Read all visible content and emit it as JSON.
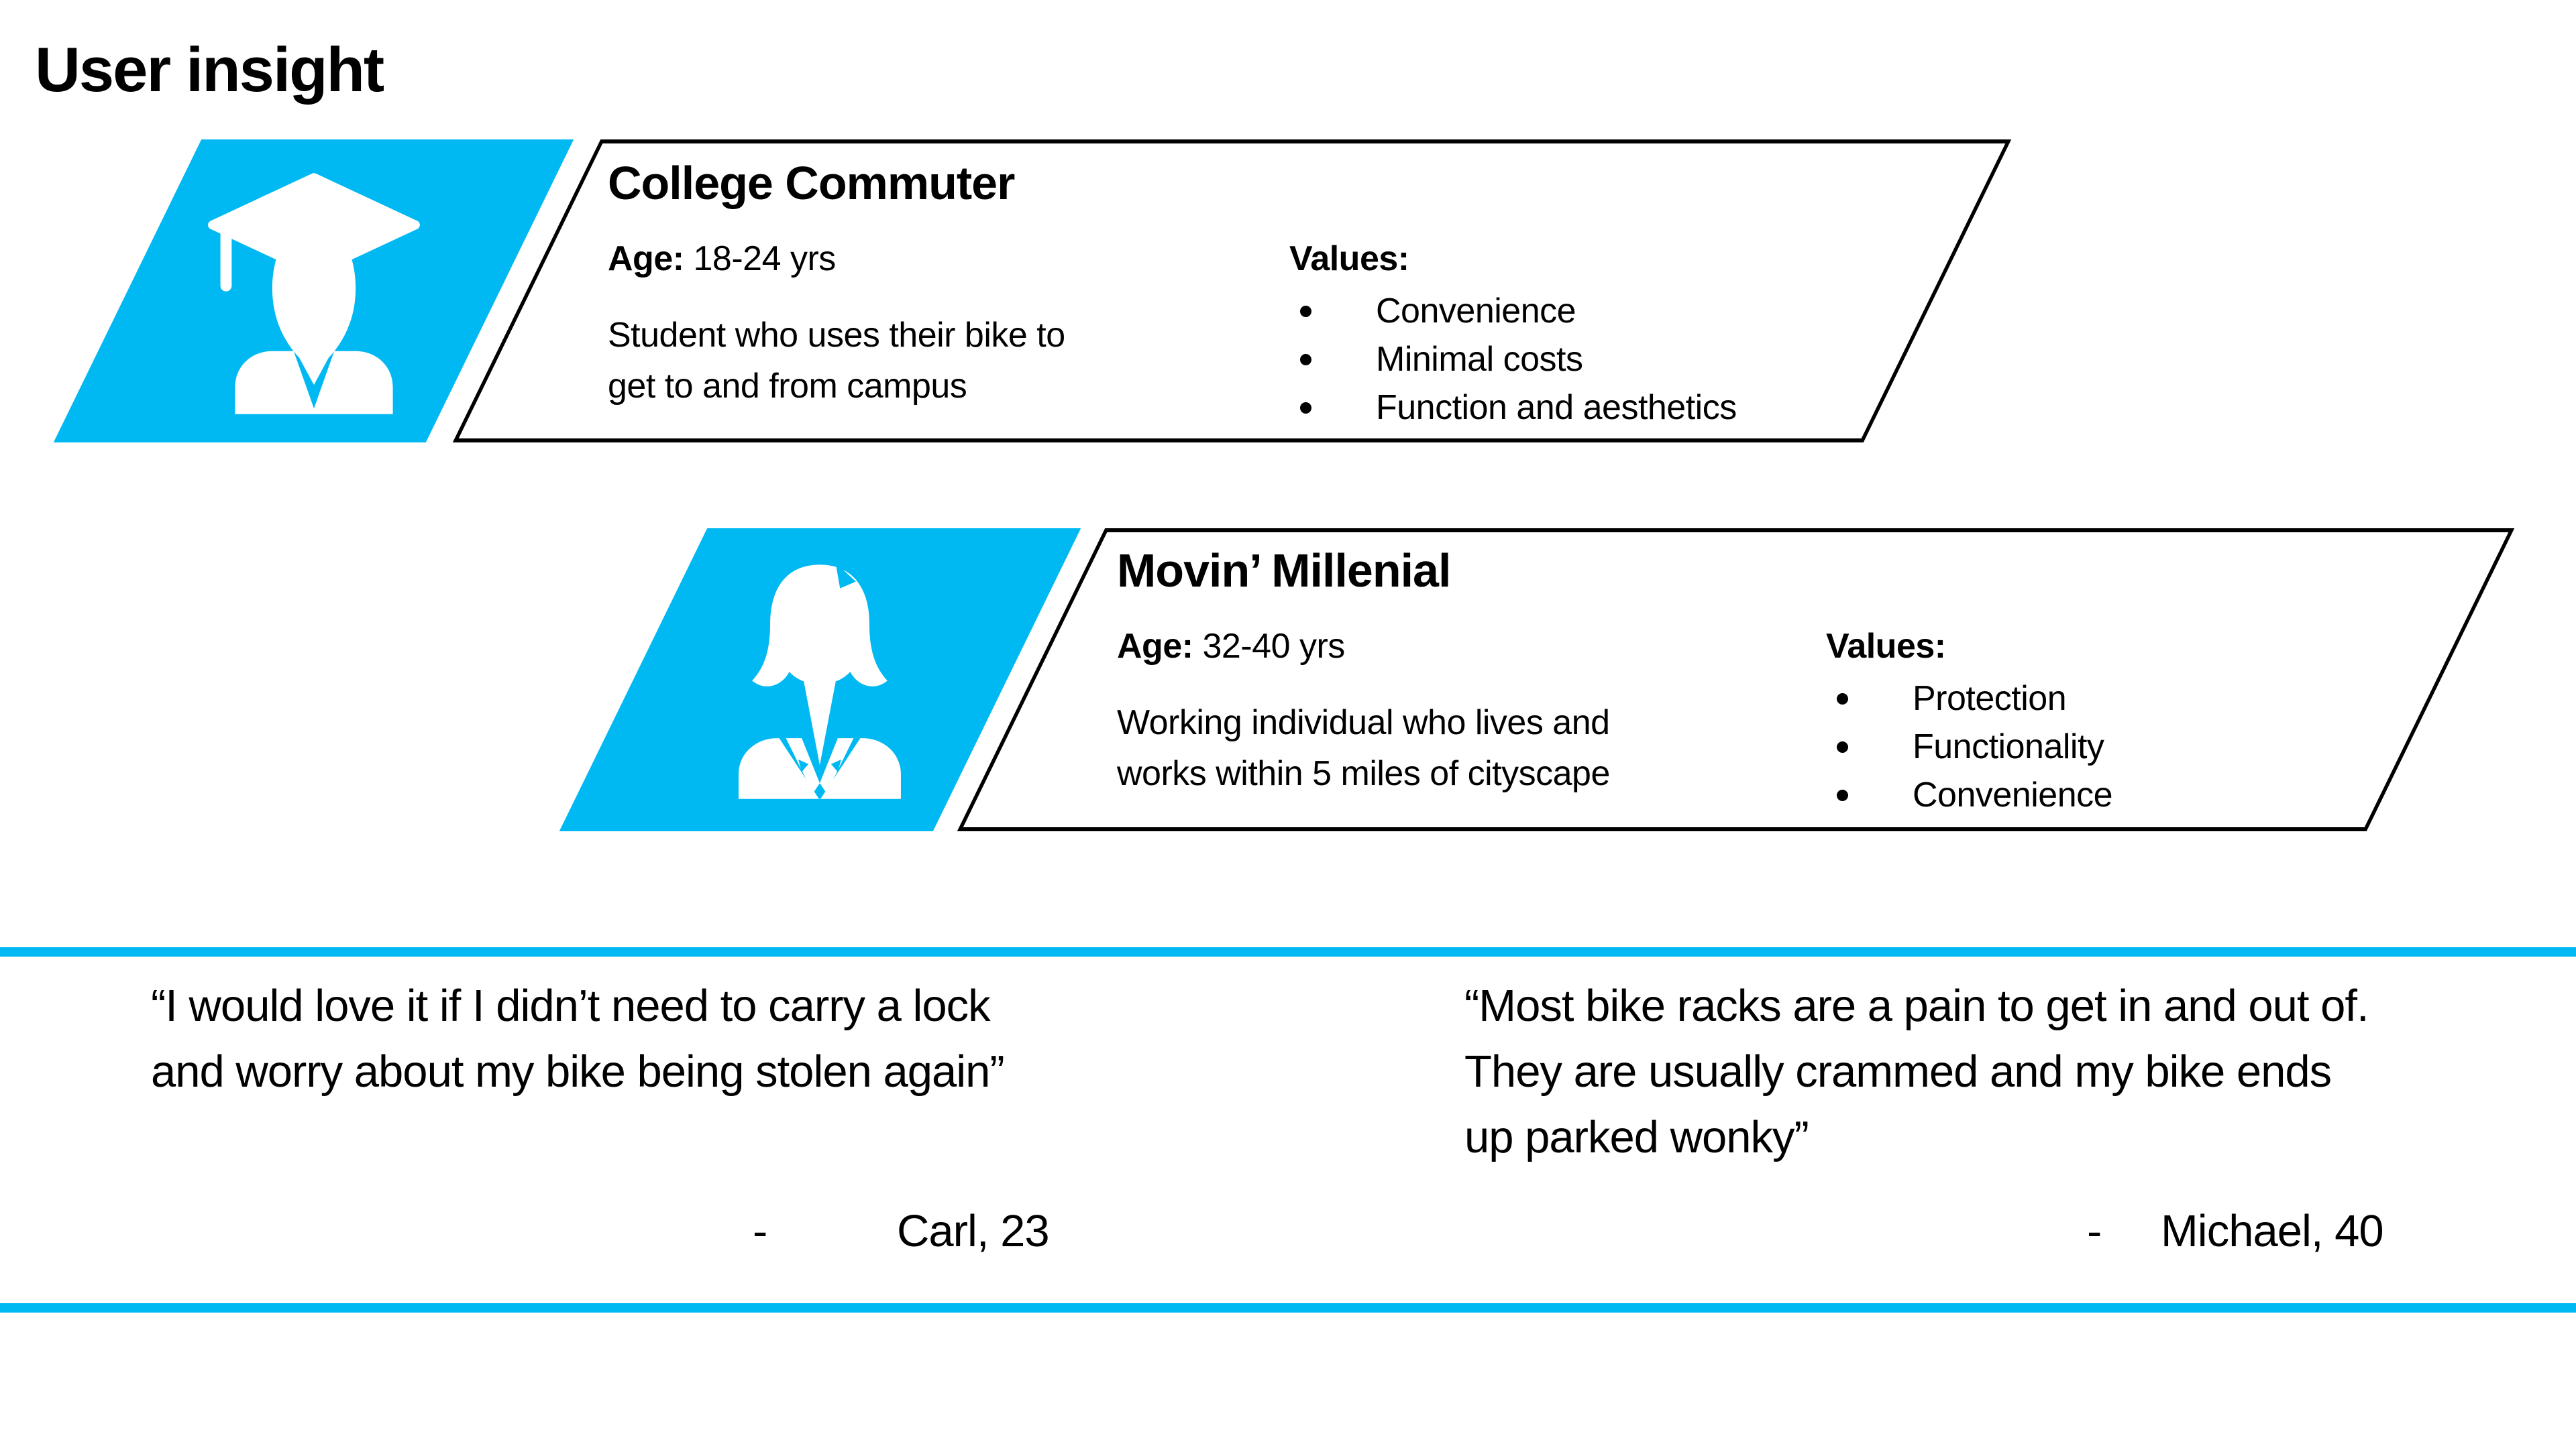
{
  "page": {
    "title": "User insight",
    "background": "#ffffff",
    "accent": "#00b9f2",
    "text_color": "#000000"
  },
  "personas": [
    {
      "icon": "graduate-icon",
      "name": "College Commuter",
      "age_label": "Age:",
      "age_value": "18-24 yrs",
      "description": [
        "Student who uses their bike to",
        "get to and from campus"
      ],
      "values_label": "Values:",
      "values": [
        "Convenience",
        "Minimal costs",
        "Function and aesthetics"
      ]
    },
    {
      "icon": "businesswoman-icon",
      "name": "Movin’ Millenial",
      "age_label": "Age:",
      "age_value": "32-40 yrs",
      "description": [
        "Working individual who lives and",
        "works within 5 miles of cityscape"
      ],
      "values_label": "Values:",
      "values": [
        "Protection",
        "Functionality",
        "Convenience"
      ]
    }
  ],
  "quotes": [
    {
      "lines": [
        "“I would love it if I didn’t need to carry a lock",
        "and worry about my bike being stolen again”"
      ],
      "dash": "-",
      "author": "Carl, 23"
    },
    {
      "lines": [
        "“Most bike racks are a pain to get in and out of.",
        "They are usually crammed and my bike ends",
        "up parked wonky”"
      ],
      "dash": "-",
      "author": "Michael, 40"
    }
  ]
}
